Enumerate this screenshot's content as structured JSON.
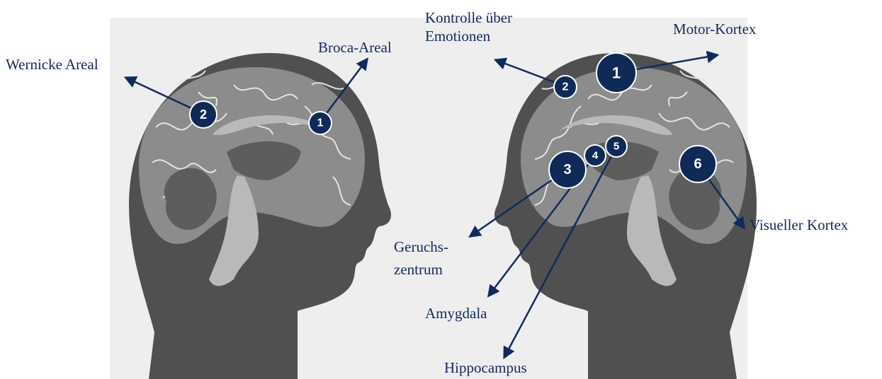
{
  "colors": {
    "label": "#112a5e",
    "arrow": "#112a5e",
    "marker_fill": "#0f2a57",
    "marker_ring": "#ffffff",
    "marker_text": "#ffffff",
    "head": "#505050",
    "brain": "#8c8c8c",
    "brain_folds": "#e4e4e4",
    "inner": "#b9b9b9",
    "dark_region": "#5d5d5d",
    "background": "#eeeeee"
  },
  "left_head": {
    "markers": [
      {
        "number": "2",
        "label": "Wernicke Areal"
      },
      {
        "number": "1",
        "label": "Broca-Areal"
      }
    ]
  },
  "right_head": {
    "markers": [
      {
        "number": "1",
        "label": "Motor-Kortex"
      },
      {
        "number": "2",
        "label_lines": [
          "Kontrolle über",
          "Emotionen"
        ]
      },
      {
        "number": "3",
        "label_lines": [
          "Geruchs-",
          "zentrum"
        ]
      },
      {
        "number": "4",
        "label": "Amygdala"
      },
      {
        "number": "5",
        "label": "Hippocampus"
      },
      {
        "number": "6",
        "label": "Visueller Kortex"
      }
    ]
  }
}
